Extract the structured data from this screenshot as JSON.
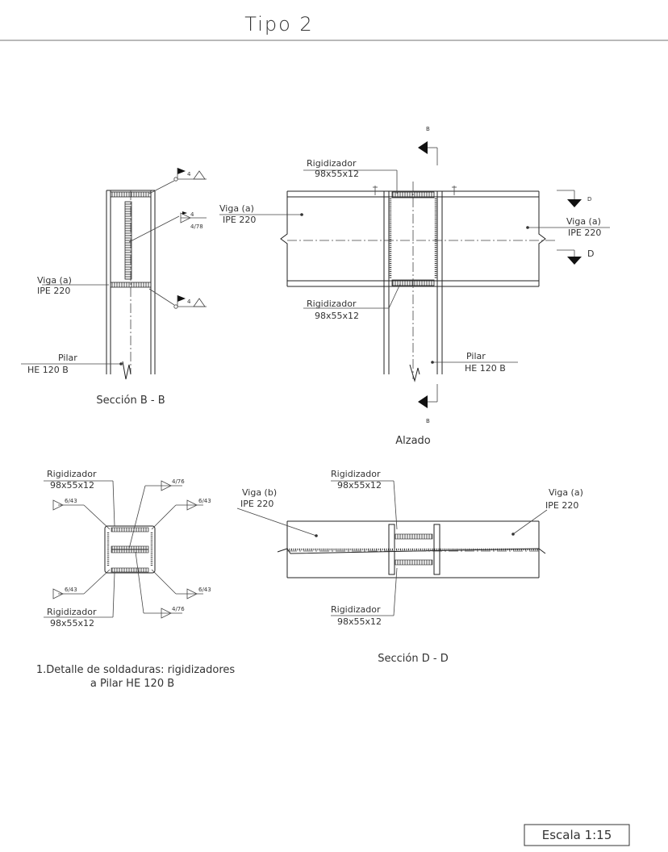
{
  "sheet": {
    "title": "Tipo  2",
    "scale": "Escala 1:15"
  },
  "views": {
    "seccion_bb": {
      "caption": "Sección B - B",
      "beam_name": "Viga (a)",
      "beam_profile": "IPE 220",
      "column_name": "Pilar",
      "column_profile": "HE 120 B",
      "weld_flag_1": "4",
      "weld_flag_2": "4",
      "weld_flag_3": "4",
      "weld_sizes": "4/78"
    },
    "alzado": {
      "caption": "Alzado",
      "stiffener_top_name": "Rigidizador",
      "stiffener_top_dims": "98x55x12",
      "stiffener_bottom_name": "Rigidizador",
      "stiffener_bottom_dims": "98x55x12",
      "beam_left_name": "Viga (a)",
      "beam_left_profile": "IPE 220",
      "beam_right_name": "Viga (a)",
      "beam_right_profile": "IPE 220",
      "column_name": "Pilar",
      "column_profile": "HE 120 B",
      "cut_b": "B",
      "cut_d": "D"
    },
    "detalle": {
      "caption_line1": "1.Detalle de soldaduras: rigidizadores",
      "caption_line2": "a Pilar HE 120 B",
      "stiffener_top_name": "Rigidizador",
      "stiffener_top_dims": "98x55x12",
      "stiffener_bottom_name": "Rigidizador",
      "stiffener_bottom_dims": "98x55x12",
      "weld_a": "6/43",
      "weld_b": "4/76"
    },
    "seccion_dd": {
      "caption": "Sección D - D",
      "beam_left_name": "Viga (b)",
      "beam_left_profile": "IPE 220",
      "beam_right_name": "Viga (a)",
      "beam_right_profile": "IPE 220",
      "stiffener_top_name": "Rigidizador",
      "stiffener_top_dims": "98x55x12",
      "stiffener_bottom_name": "Rigidizador",
      "stiffener_bottom_dims": "98x55x12"
    }
  }
}
